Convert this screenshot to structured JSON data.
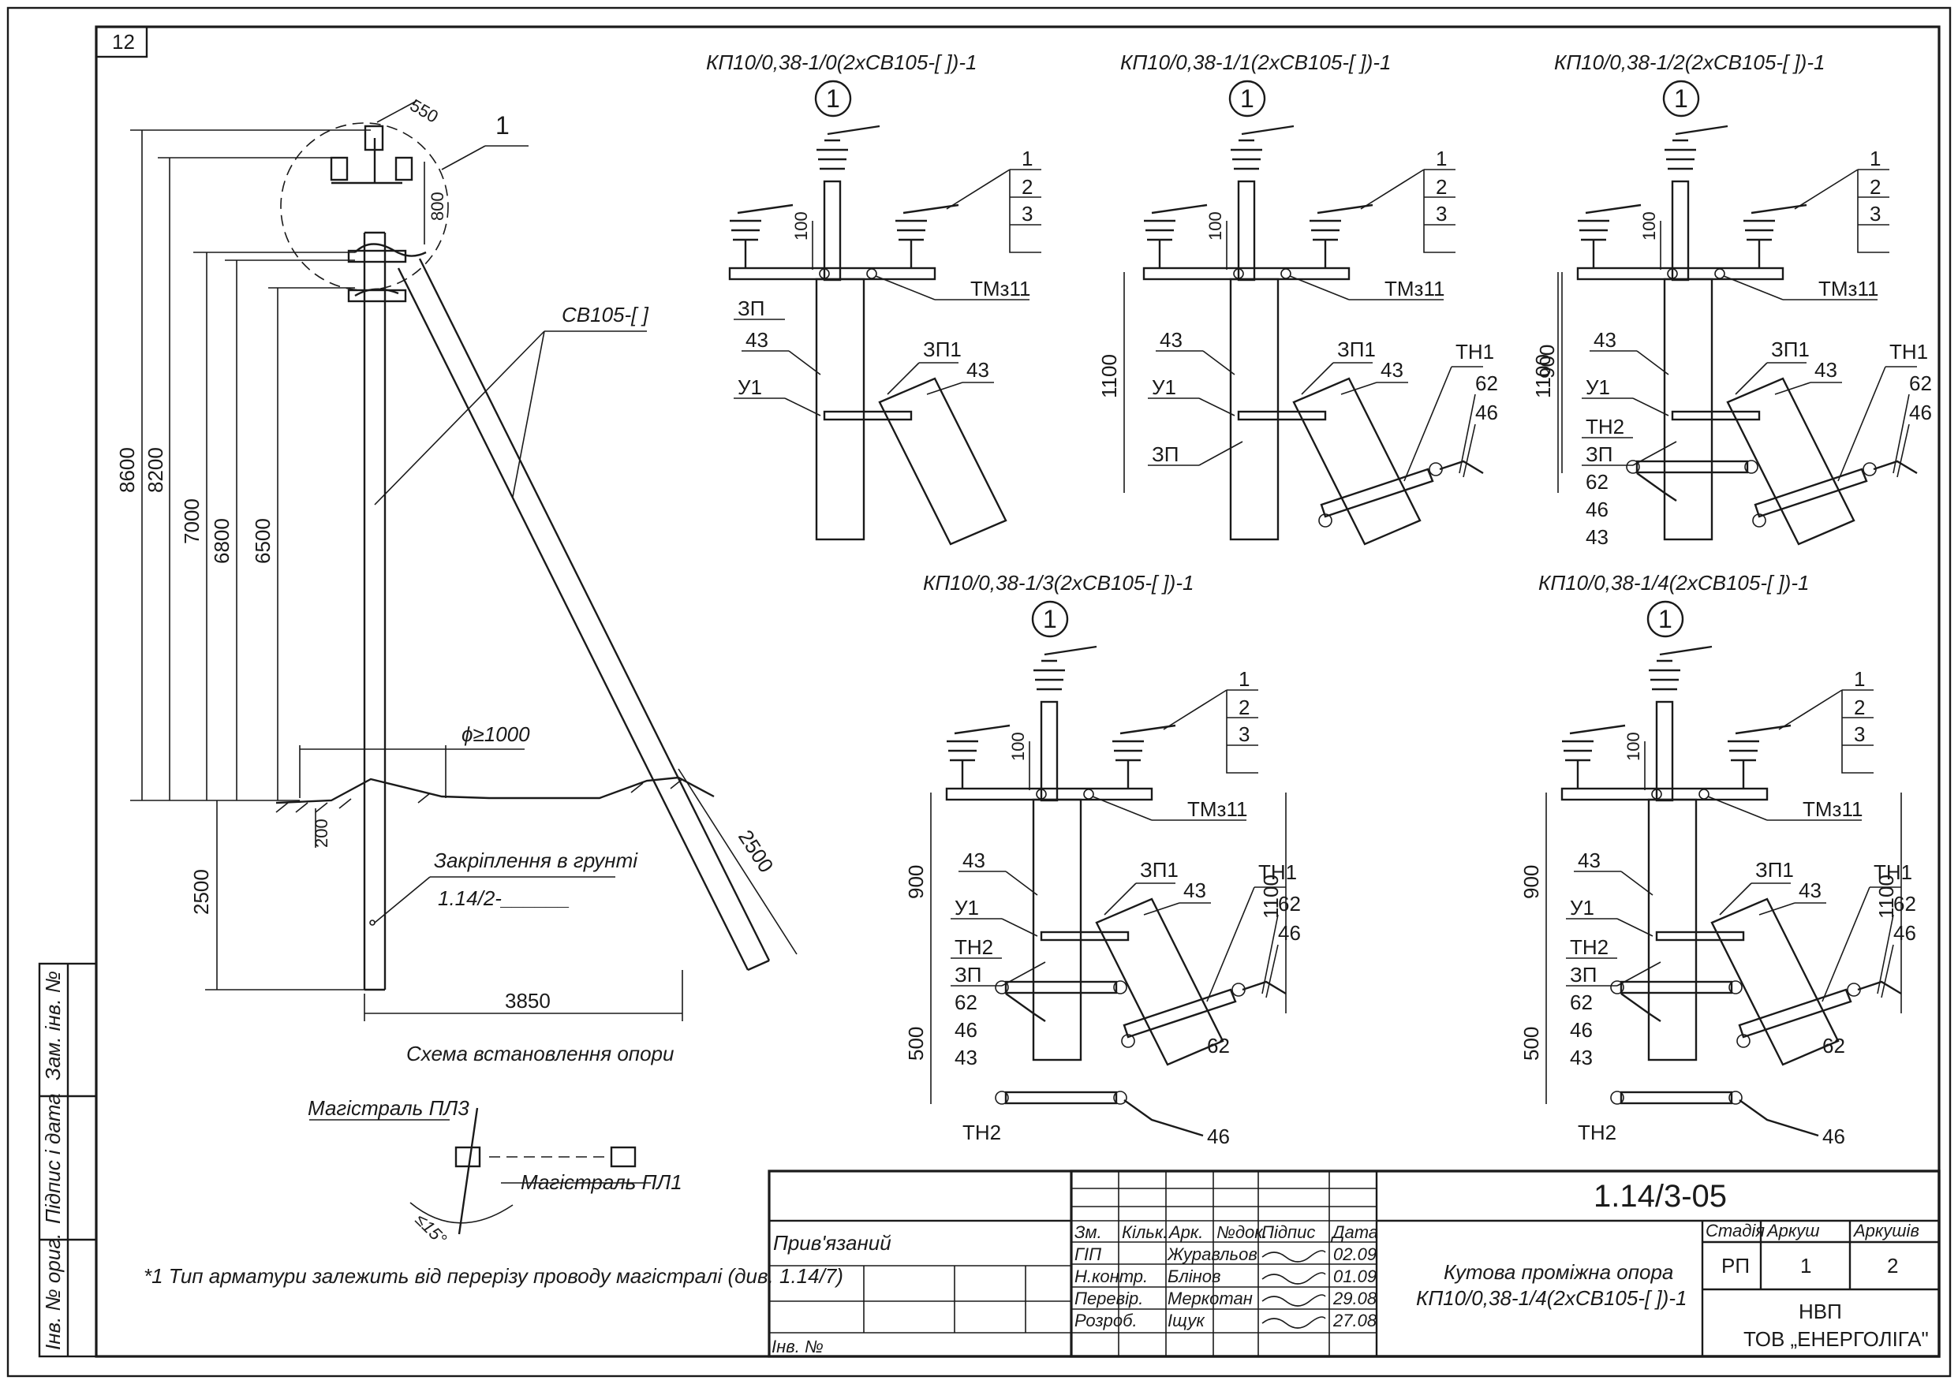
{
  "sheet": {
    "sheet_number": "12",
    "doc_code": "1.14/3-05",
    "title_line1": "Кутова проміжна опора",
    "title_line2": "КП10/0,38-1/4(2хСВ105-[  ])-1",
    "stage_header": "Стадія",
    "sheet_header": "Аркуш",
    "sheets_header": "Аркушів",
    "stage": "РП",
    "sheet": "1",
    "sheets": "2",
    "org_line1": "НВП",
    "org_line2": "ТОВ „ЕНЕРГОЛІГА\"",
    "privyazanyi": "Прив'язаний",
    "inv_no": "Інв. №",
    "columns": [
      "Зм.",
      "Кільк.",
      "Арк.",
      "№док.",
      "Підпис",
      "Дата"
    ],
    "people": [
      {
        "role": "ГІП",
        "name": "Журавльов",
        "date": "02.09"
      },
      {
        "role": "Н.контр.",
        "name": "Блінов",
        "date": "01.09"
      },
      {
        "role": "Перевір.",
        "name": "Меркотан",
        "date": "29.08"
      },
      {
        "role": "Розроб.",
        "name": "Іщук",
        "date": "27.08"
      }
    ],
    "side_labels": [
      "Зам. інв. №",
      "Підпис і дата",
      "Інв. № ориг."
    ]
  },
  "scheme": {
    "caption": "Схема встановлення опори",
    "node_label": "1",
    "pole_label": "СВ105-[   ]",
    "foundation_label": "Закріплення в грунті",
    "foundation_code": "1.14/2-______",
    "diameter_label": "ϕ≥1000",
    "dims": {
      "d550": "550",
      "d800": "800",
      "d8600": "8600",
      "d8200": "8200",
      "d7000": "7000",
      "d6800": "6800",
      "d6500": "6500",
      "d200": "200",
      "d2500v": "2500",
      "d2500s": "2500",
      "d3850": "3850"
    }
  },
  "angle_scheme": {
    "line_p13": "Магістраль ПЛ3",
    "line_p11": "Магістраль ПЛ1",
    "angle": "≤15°"
  },
  "footnote": "*1 Тип арматури залежить від перерізу проводу магістралі (див. 1.14/7)",
  "details": [
    {
      "title": "КП10/0,38-1/0(2хСВ105-[  ])-1",
      "d100": "100"
    },
    {
      "title": "КП10/0,38-1/1(2хСВ105-[  ])-1",
      "d100": "100",
      "d1100": "1100"
    },
    {
      "title": "КП10/0,38-1/2(2хСВ105-[  ])-1",
      "d100": "100",
      "d1100": "1100",
      "d900": "900"
    },
    {
      "title": "КП10/0,38-1/3(2хСВ105-[  ])-1",
      "d100": "100",
      "d1100": "1100",
      "d900": "900",
      "d500": "500"
    },
    {
      "title": "КП10/0,38-1/4(2хСВ105-[  ])-1",
      "d100": "100",
      "d1100": "1100",
      "d900": "900",
      "d500": "500"
    }
  ],
  "callouts": {
    "c1": "1",
    "c2": "2",
    "c3": "3",
    "tm": "ТМз11",
    "zp": "ЗП",
    "zp1": "ЗП1",
    "u1": "У1",
    "n43": "43",
    "n46": "46",
    "n62": "62",
    "th1": "ТН1",
    "th2": "ТН2",
    "circle": "1"
  }
}
